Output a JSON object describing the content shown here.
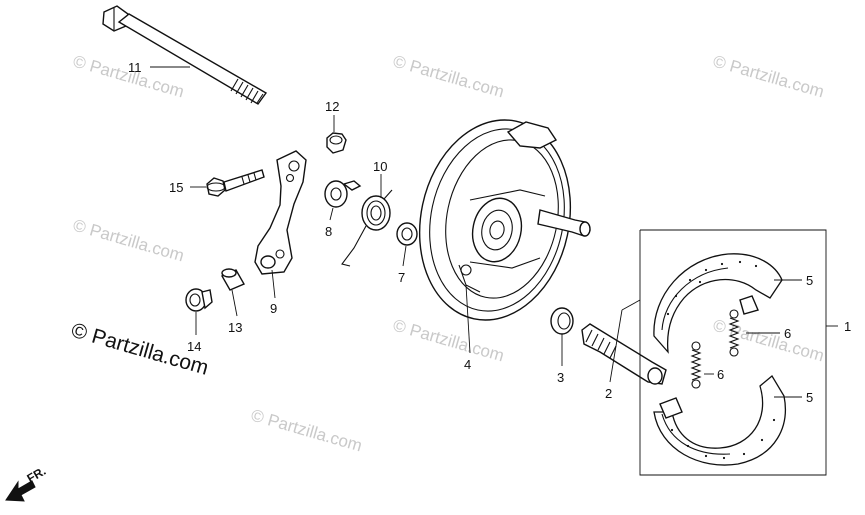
{
  "watermarks": [
    "© Partzilla.com",
    "© Partzilla.com",
    "© Partzilla.com",
    "© Partzilla.com",
    "© Partzilla.com",
    "© Partzilla.com",
    "© Partzilla.com"
  ],
  "copyright": "© Partzilla.com",
  "direction_label": "FR.",
  "callouts": {
    "c1": "1",
    "c2": "2",
    "c3": "3",
    "c4": "4",
    "c5a": "5",
    "c5b": "5",
    "c6a": "6",
    "c6b": "6",
    "c7": "7",
    "c8": "8",
    "c9": "9",
    "c10": "10",
    "c11": "11",
    "c12": "12",
    "c13": "13",
    "c14": "14",
    "c15": "15"
  },
  "icons": {
    "part_11": "long-bolt-icon",
    "part_12": "nut-icon",
    "part_15": "flange-bolt-icon",
    "part_9": "brake-arm-icon",
    "part_10": "return-spring-icon",
    "part_8": "indicator-plate-icon",
    "part_7": "seal-icon",
    "part_4": "brake-panel-icon",
    "part_3": "washer-icon",
    "part_2": "brake-cam-icon",
    "part_5": "brake-shoe-icon",
    "part_6": "shoe-spring-icon",
    "part_13": "collar-icon",
    "part_14": "joint-pin-icon",
    "front_arrow": "arrow-front-icon"
  }
}
